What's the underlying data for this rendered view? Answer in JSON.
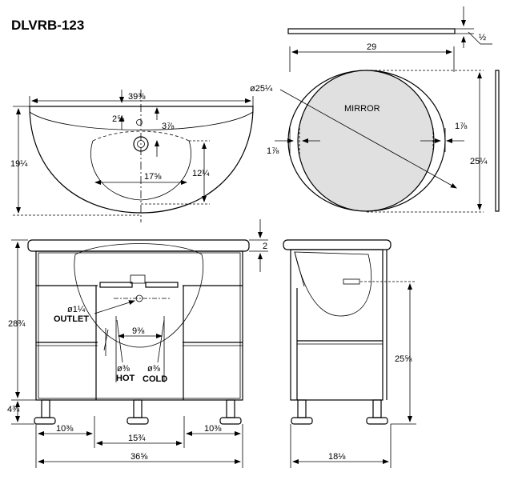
{
  "title": "DLVRB-123",
  "top_view": {
    "width": "39⅜",
    "depth": "19¼",
    "faucet_offset": "2⅝",
    "drain_offset": "3⅞",
    "bowl_width": "17⅝",
    "bowl_depth": "12¼"
  },
  "mirror": {
    "label": "MIRROR",
    "width": "29",
    "height": "25¼",
    "diameter": "ø25¼",
    "inset_right": "1⅞",
    "inset_left": "1⅞",
    "thickness": "½"
  },
  "front_view": {
    "top_thickness": "2",
    "height": "28¾",
    "leg_height": "4¾",
    "outlet_label": "OUTLET",
    "outlet_size": "ø1¼",
    "supply_spacing": "9⅜",
    "hot_label": "HOT",
    "hot_size": "ø⅜",
    "cold_label": "COLD",
    "cold_size": "ø⅜",
    "leg_spacing_left": "10⅜",
    "leg_spacing_center": "15¾",
    "leg_spacing_right": "10⅜",
    "total_width": "36⅝"
  },
  "side_view": {
    "height": "25⅝",
    "depth": "18⅛"
  }
}
